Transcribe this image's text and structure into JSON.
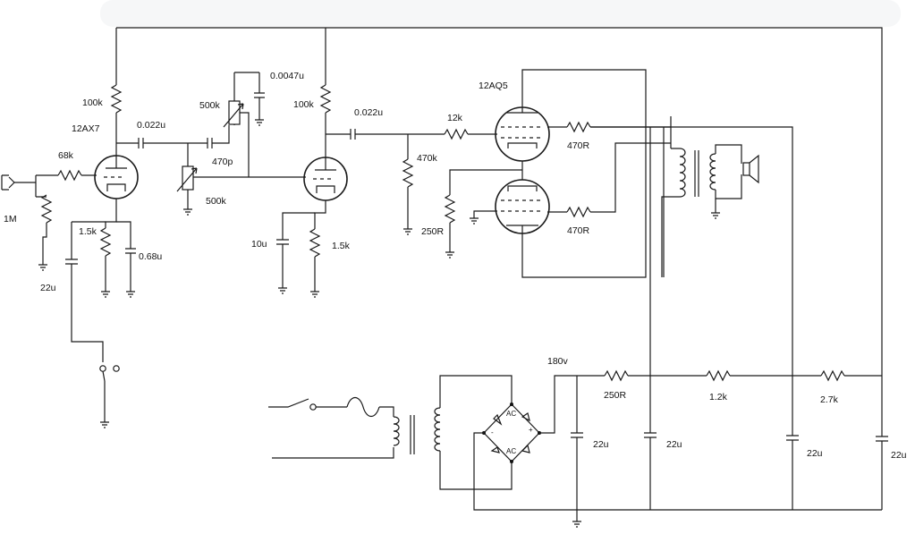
{
  "labels": {
    "r_100k_1": "100k",
    "tube_1": "12AX7",
    "c_0022u_1": "0.022u",
    "r_68k": "68k",
    "r_1m": "1M",
    "pot_500k_1": "500k",
    "c_00047u": "0.0047u",
    "c_470p": "470p",
    "pot_500k_2": "500k",
    "r_15k_1": "1.5k",
    "c_068u": "0.68u",
    "c_22u_1": "22u",
    "r_100k_2": "100k",
    "c_0022u_2": "0.022u",
    "c_10u": "10u",
    "r_15k_2": "1.5k",
    "tube_2": "12AQ5",
    "r_12k": "12k",
    "r_470k": "470k",
    "r_250r_1": "250R",
    "r_470r_1": "470R",
    "r_470r_2": "470R",
    "v_180": "180v",
    "r_250r_2": "250R",
    "r_12k_supply": "1.2k",
    "r_27k": "2.7k",
    "c_22u_2": "22u",
    "c_22u_3": "22u",
    "c_22u_4": "22u",
    "c_22u_5": "22u",
    "ac_1": "AC",
    "ac_2": "AC",
    "plus": "+",
    "minus": "-"
  }
}
